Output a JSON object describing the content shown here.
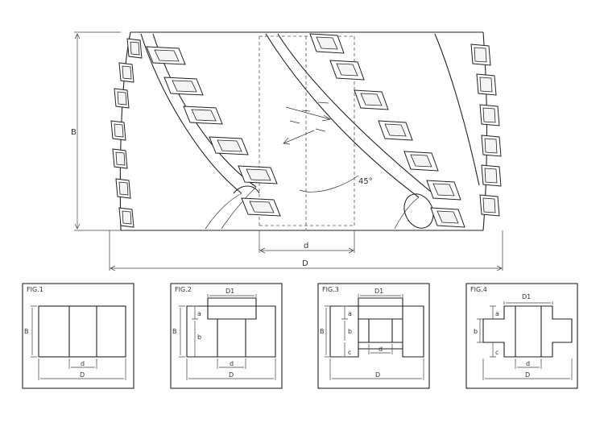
{
  "main": {
    "dims": {
      "B": "B",
      "d": "d",
      "D": "D",
      "angle": "45°"
    }
  },
  "figures": [
    {
      "title": "FIG.1",
      "labels": {
        "B": "B",
        "d": "d",
        "D": "D"
      }
    },
    {
      "title": "FIG.2",
      "labels": {
        "D1": "D1",
        "a": "a",
        "b": "b",
        "B": "B",
        "d": "d",
        "D": "D"
      }
    },
    {
      "title": "FIG.3",
      "labels": {
        "D1": "D1",
        "a": "a",
        "b": "b",
        "c": "c",
        "B": "B",
        "d": "d",
        "D": "D"
      }
    },
    {
      "title": "FIG.4",
      "labels": {
        "D1": "D1",
        "a": "a",
        "b": "b",
        "c": "c",
        "d": "d",
        "D": "D"
      }
    }
  ]
}
